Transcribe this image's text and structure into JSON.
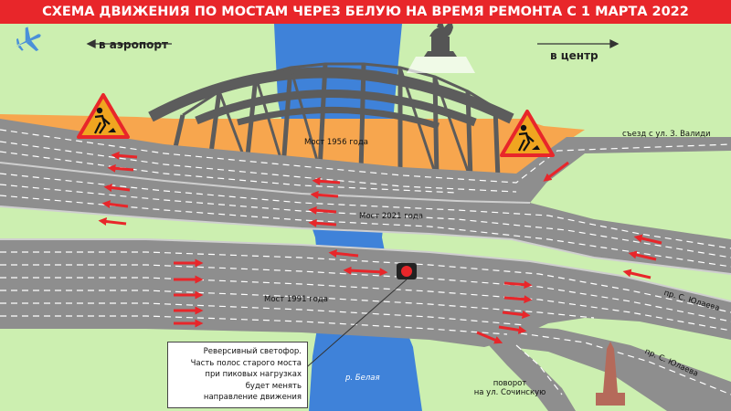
{
  "title": "СХЕМА ДВИЖЕНИЯ ПО МОСТАМ ЧЕРЕЗ БЕЛУЮ НА ВРЕМЯ РЕМОНТА С 1 МАРТА 2022",
  "directions": {
    "airport": "в аэропорт",
    "center": "в центр"
  },
  "bridges": {
    "old": "Мост 1956 года",
    "new2021": "Мост 2021 года",
    "b1991": "Мост 1991 года"
  },
  "roads": {
    "valid": "съезд с ул. З. Валиди",
    "yulaev1": "пр. С. Юлаева",
    "yulaev2": "пр. С. Юлаева",
    "sochinskaya_1": "поворот",
    "sochinskaya_2": "на ул. Сочинскую"
  },
  "river": "р. Белая",
  "note": {
    "lines": [
      "Реверсивный светофор.",
      "Часть полос старого моста",
      "при пиковых нагрузках",
      "будет менять",
      "направление движения"
    ]
  },
  "icons": [
    "airplane-icon",
    "road-works-sign-icon",
    "traffic-light-icon",
    "direction-arrow-icon",
    "monument-icon",
    "obelisk-icon"
  ],
  "colors": {
    "title_bg": "#e8262a",
    "grass": "#ccefb0",
    "river": "#3f82d9",
    "road": "#8e8e8e",
    "bridge_deck": "#f7a64e",
    "arch": "#5c5c5c",
    "arrow": "#e8262a",
    "warning_sign": "#f0a520"
  }
}
